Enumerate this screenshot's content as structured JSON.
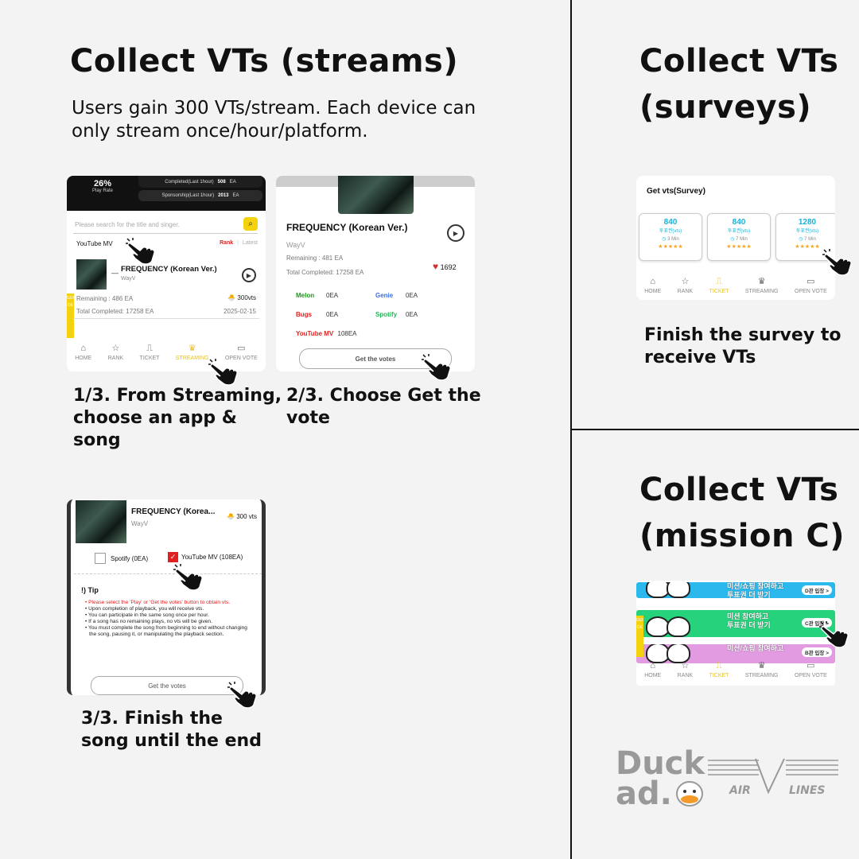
{
  "streams": {
    "title": "Collect VTs (streams)",
    "description_line1": "Users gain 300 VTs/stream. Each device can",
    "description_line2": "only stream once/hour/platform.",
    "step1": {
      "caption_line1": "1/3. From Streaming,",
      "caption_line2": "choose an app &",
      "caption_line3": "song",
      "play_rate_pct": "26%",
      "play_rate_label": "Play Rate",
      "completed_label": "Completed(Last 1hour)",
      "completed_value": "508",
      "completed_unit": "EA",
      "sponsorship_label": "Sponsorship(Last 1hour)",
      "sponsorship_value": "2013",
      "sponsorship_unit": "EA",
      "search_placeholder": "Please search for the title and singer.",
      "platform": "YouTube MV",
      "sort_rank": "Rank",
      "sort_sep": "|",
      "sort_latest": "Latest",
      "song_title": "FREQUENCY (Korean Ver.)",
      "artist": "WayV",
      "remaining": "Remaining : 486 EA",
      "reward": "300vts",
      "total_completed": "Total Completed: 17258 EA",
      "date": "2025-02-15",
      "guide": "GUIDE",
      "dash": "—"
    },
    "step2": {
      "caption_line1": "2/3. Choose Get the",
      "caption_line2": "vote",
      "song_title": "FREQUENCY (Korean Ver.)",
      "artist": "WayV",
      "remaining": "Remaining : 481 EA",
      "total_completed": "Total Completed: 17258 EA",
      "likes": "1692",
      "platforms": [
        {
          "name": "Melon",
          "count": "0EA",
          "color": "#1a9a1a"
        },
        {
          "name": "Genie",
          "count": "0EA",
          "color": "#3a6ee8"
        },
        {
          "name": "Bugs",
          "count": "0EA",
          "color": "#e02020"
        },
        {
          "name": "Spotify",
          "count": "0EA",
          "color": "#1db954"
        },
        {
          "name": "YouTube MV",
          "count": "108EA",
          "color": "#e02020"
        }
      ],
      "button": "Get the votes"
    },
    "step3": {
      "caption_line1": "3/3. Finish the",
      "caption_line2": "song until the end",
      "song_title": "FREQUENCY (Korea...",
      "artist": "WayV",
      "reward": "300 vts",
      "option1": "Spotify (0EA)",
      "option2": "YouTube MV (108EA)",
      "tip_title": "!) Tip",
      "tips": [
        "Please select the 'Play' or 'Get the votes' button to obtain vts.",
        "Upon completion of playback, you will receive vts.",
        "You can participate in the same song once per hour.",
        "If a song has no remaining plays, no vts will be given.",
        "You must complete the song from beginning to end without changing the song, pausing it, or manipulating the playback section."
      ],
      "button": "Get the votes"
    }
  },
  "surveys": {
    "title_line1": "Collect VTs",
    "title_line2": "(surveys)",
    "header": "Get vts(Survey)",
    "cards": [
      {
        "value": "840",
        "unit": "투표권(vts)",
        "time": "3 Min",
        "stars": "★★★★★"
      },
      {
        "value": "840",
        "unit": "투표권(vts)",
        "time": "7 Min",
        "stars": "★★★★★"
      },
      {
        "value": "1280",
        "unit": "투표권(vts)",
        "time": "7 Min",
        "stars": "★★★★★"
      }
    ],
    "caption_line1": "Finish the survey to",
    "caption_line2": "receive VTs"
  },
  "mission": {
    "title_line1": "Collect VTs",
    "title_line2": "(mission C)",
    "banners": [
      {
        "text_line1": "미션/쇼핑 참여하고",
        "text_line2": "투표권 더 받기",
        "badge": "D관 입장 >",
        "color": "#2bb8ec"
      },
      {
        "text_line1": "미션 참여하고",
        "text_line2": "투표권 더 받기",
        "badge": "C관 입장 >",
        "color": "#27d27d"
      },
      {
        "text_line1": "미션/쇼핑 참여하고",
        "text_line2": "",
        "badge": "B관 입장 >",
        "color": "#e29ae0"
      }
    ],
    "guide": "GUIDE"
  },
  "nav": {
    "home": "HOME",
    "rank": "RANK",
    "ticket": "TICKET",
    "streaming": "STREAMING",
    "open_vote": "OPEN VOTE"
  },
  "brand": {
    "line1": "Duck",
    "line2": "ad.",
    "airlines_left": "AIR",
    "airlines_right": "LINES"
  },
  "colors": {
    "accent_yellow": "#f5d20e",
    "heart_red": "#d32f2f",
    "survey_cyan": "#1ab3d8"
  }
}
